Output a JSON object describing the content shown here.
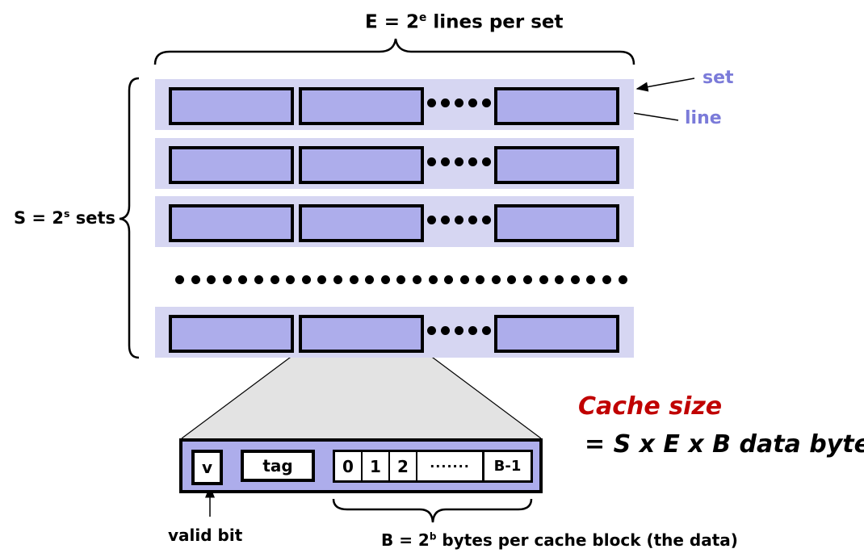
{
  "diagram": {
    "title": "Cache organization",
    "top_label": {
      "prefix": "E = 2",
      "sup": "e",
      "suffix": " lines per set"
    },
    "left_label": {
      "prefix": "S = 2",
      "sup": "s",
      "suffix": " sets"
    },
    "callouts": {
      "set": "set",
      "line": "line"
    },
    "sets_shown": 4,
    "lines_per_set_shown": 3,
    "separator_dot_count": 29,
    "block": {
      "valid_label": "v",
      "tag_label": "tag",
      "byte_cells": [
        "0",
        "1",
        "2",
        "·······",
        "B-1"
      ]
    },
    "valid_bit_label": "valid bit",
    "bottom_label": {
      "prefix": "B = 2",
      "sup": "b",
      "suffix": " bytes per cache block (the data)"
    },
    "cache_size": {
      "title": "Cache size",
      "formula": "= S x E x B data bytes"
    },
    "colors": {
      "set_bg": "#d6d6f2",
      "line_fill": "#adadeb",
      "callout_text": "#7b7bd9",
      "cache_size_title": "#c00000",
      "zoom_trapezoid": "#e3e3e3"
    }
  }
}
